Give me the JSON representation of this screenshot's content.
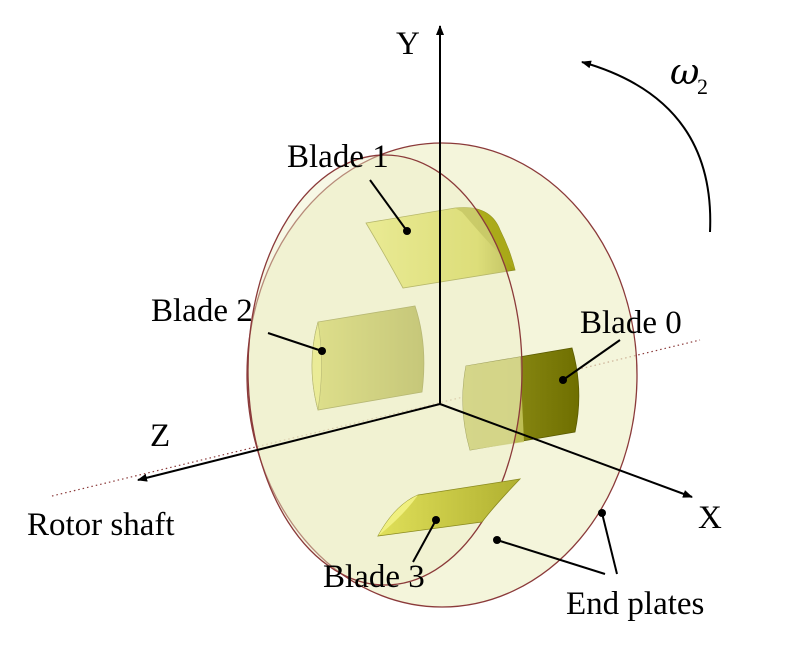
{
  "labels": {
    "y_axis": "Y",
    "z_axis": "Z",
    "x_axis": "X",
    "omega_symbol": "ω",
    "omega_subscript": "2",
    "blade_1": "Blade 1",
    "blade_2": "Blade 2",
    "blade_0": "Blade 0",
    "blade_3": "Blade 3",
    "rotor_shaft": "Rotor shaft",
    "end_plates": "End plates"
  },
  "colors": {
    "plate_fill": "#eef0c8",
    "plate_stroke": "#8b3a3a",
    "blade_light": "#dede4a",
    "blade_mid": "#b8b84a",
    "blade_dark": "#7f7f0a",
    "axis": "#000000",
    "shaft_dotted": "#8b3a3a"
  }
}
